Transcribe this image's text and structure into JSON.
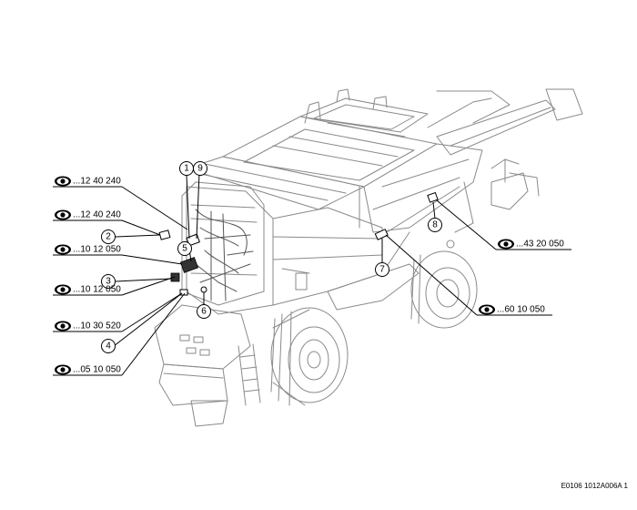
{
  "figure_code": "E0106 1012A006A 1",
  "callouts": {
    "c1": "1",
    "c9": "9",
    "c2": "2",
    "c5": "5",
    "c3": "3",
    "c6": "6",
    "c4": "4",
    "c7": "7",
    "c8": "8"
  },
  "references": {
    "r1": "...12 40 240",
    "r2": "...12 40 240",
    "r3": "...10 12 050",
    "r4": "...10 12 050",
    "r5": "...10 30 520",
    "r6": "...05 10 050",
    "r7": "...43 20 050",
    "r8": "...60 10 050"
  },
  "icons": {
    "reference_icon": "eye-icon"
  }
}
